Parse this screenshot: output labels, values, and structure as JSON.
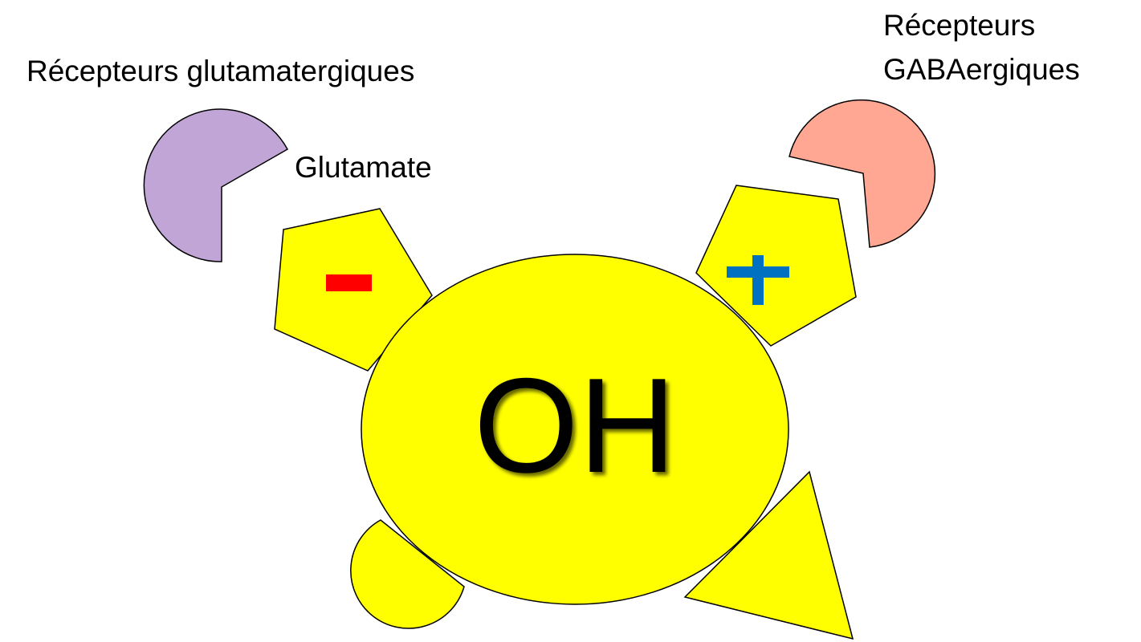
{
  "labels": {
    "glutamate_receptors": "Récepteurs glutamatergiques",
    "gaba_receptors_line1": "Récepteurs",
    "gaba_receptors_line2": "GABAergiques",
    "glutamate": "Glutamate",
    "center": "OH",
    "minus": "-",
    "plus": "+"
  },
  "colors": {
    "molecule_fill": "#ffff00",
    "glutamate_receptor_fill": "#c0a5d6",
    "gaba_receptor_fill": "#ffa792",
    "minus_sign": "#ff0000",
    "plus_sign": "#0070c0",
    "outline": "#000000"
  }
}
